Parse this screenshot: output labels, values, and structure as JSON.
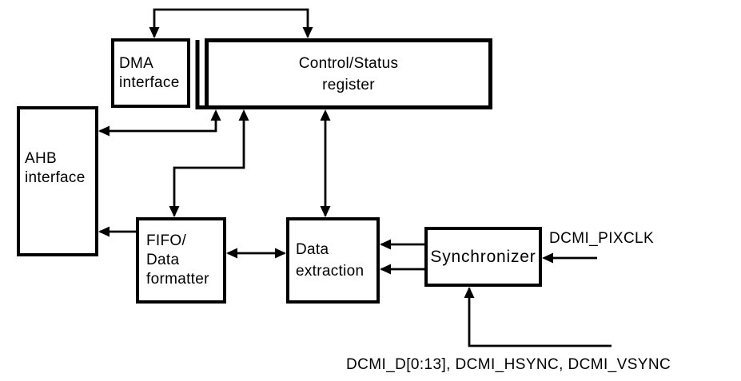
{
  "diagram": {
    "blocks": {
      "dma": {
        "label": "DMA\ninterface"
      },
      "control_status": {
        "label": "Control/Status\nregister"
      },
      "ahb": {
        "label": "AHB\ninterface"
      },
      "fifo": {
        "label": "FIFO/\nData\nformatter"
      },
      "data_extraction": {
        "label": "Data\nextraction"
      },
      "synchronizer": {
        "label": "Synchronizer"
      }
    },
    "external_signals": {
      "pixclk_label": "DCMI_PIXCLK",
      "data_bus_label": "DCMI_D[0:13], DCMI_HSYNC, DCMI_VSYNC"
    },
    "colors": {
      "foreground": "#000000",
      "background": "#ffffff"
    }
  }
}
